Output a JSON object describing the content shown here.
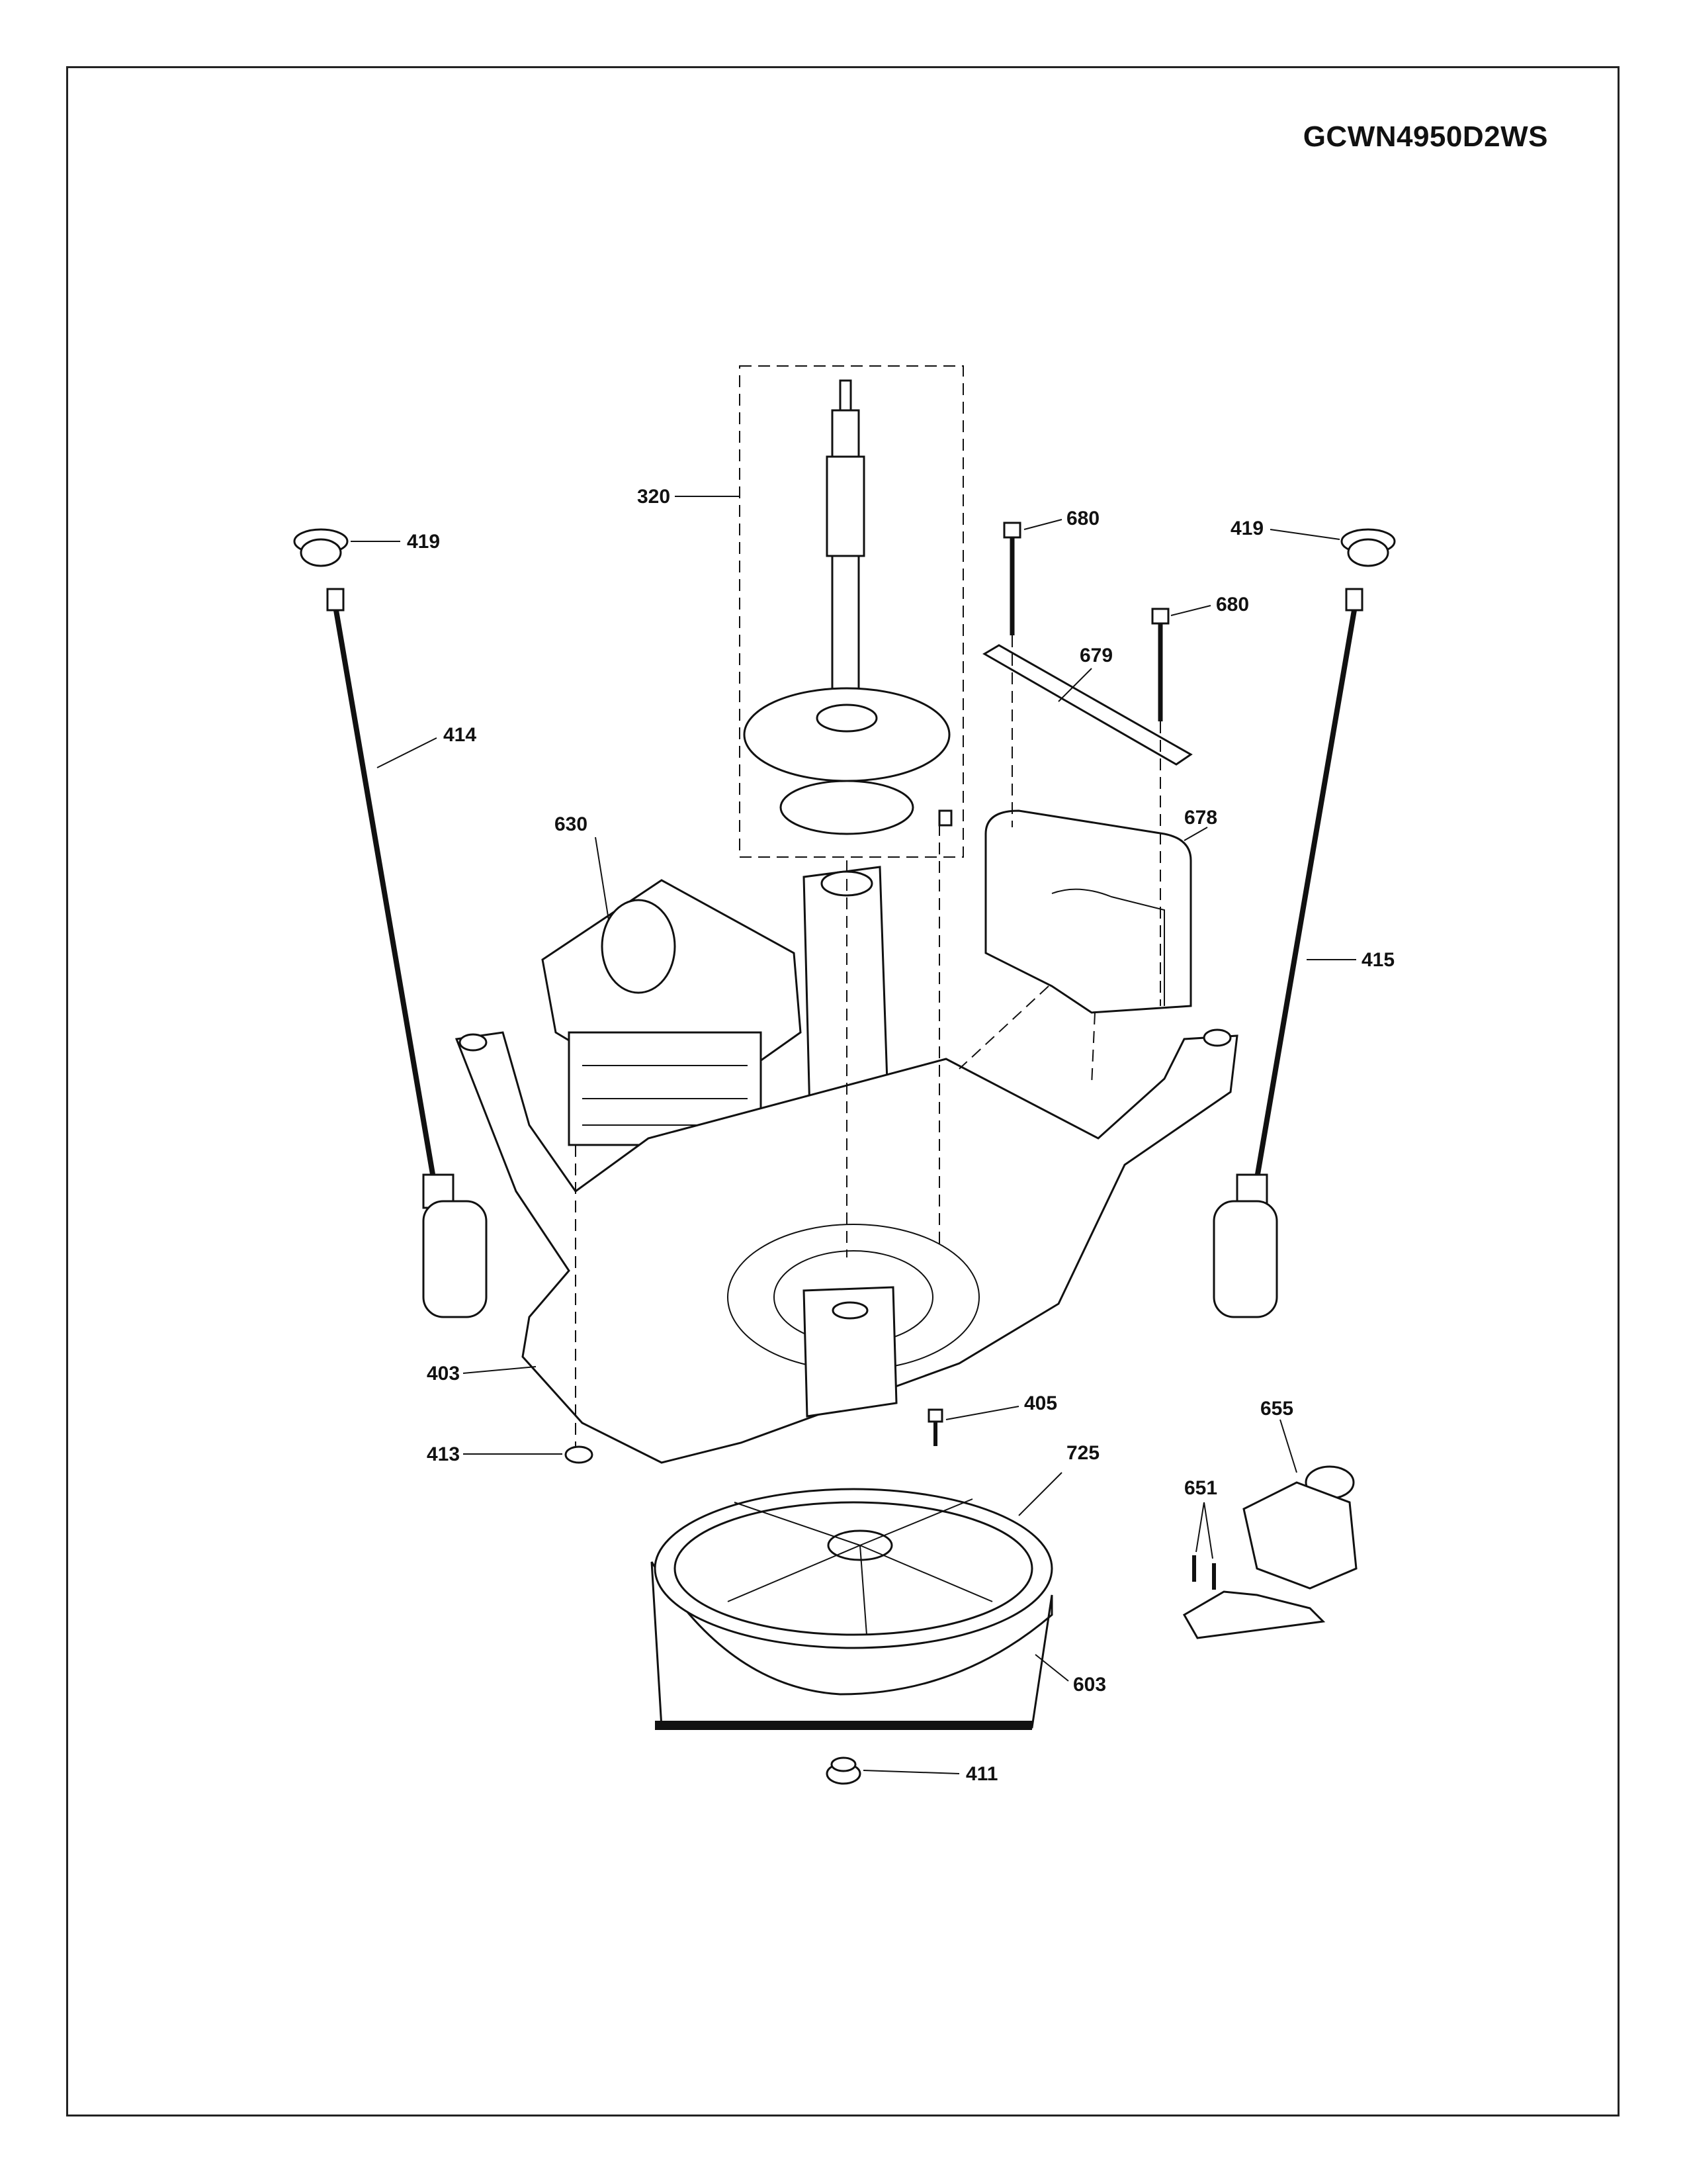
{
  "model_number": "GCWN4950D2WS",
  "callouts": {
    "c320": "320",
    "c419_left": "419",
    "c419_right": "419",
    "c414": "414",
    "c415": "415",
    "c680_a": "680",
    "c680_b": "680",
    "c679": "679",
    "c678": "678",
    "c630": "630",
    "c403": "403",
    "c405": "405",
    "c413": "413",
    "c725": "725",
    "c655": "655",
    "c651": "651",
    "c603": "603",
    "c411": "411"
  }
}
